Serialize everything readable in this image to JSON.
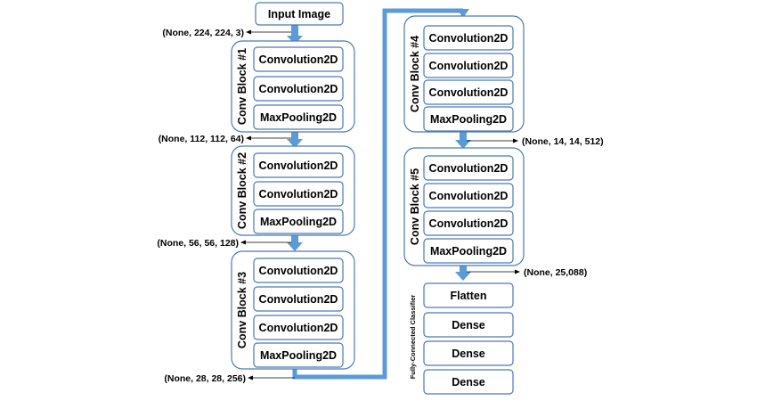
{
  "input_label": "Input Image",
  "blocks": [
    {
      "name": "Conv Block #1",
      "layers": [
        "Convolution2D",
        "Convolution2D",
        "MaxPooling2D"
      ]
    },
    {
      "name": "Conv Block #2",
      "layers": [
        "Convolution2D",
        "Convolution2D",
        "MaxPooling2D"
      ]
    },
    {
      "name": "Conv Block #3",
      "layers": [
        "Convolution2D",
        "Convolution2D",
        "Convolution2D",
        "MaxPooling2D"
      ]
    },
    {
      "name": "Conv Block #4",
      "layers": [
        "Convolution2D",
        "Convolution2D",
        "Convolution2D",
        "MaxPooling2D"
      ]
    },
    {
      "name": "Conv Block #5",
      "layers": [
        "Convolution2D",
        "Convolution2D",
        "Convolution2D",
        "MaxPooling2D"
      ]
    }
  ],
  "classifier": {
    "name": "Fully-Connected Classifier",
    "layers": [
      "Flatten",
      "Dense",
      "Dense",
      "Dense"
    ]
  },
  "shapes": [
    "(None, 224, 224, 3)",
    "(None, 112, 112, 64)",
    "(None, 56, 56, 128)",
    "(None, 28, 28, 256)",
    "(None, 14, 14, 512)",
    "(None, 25,088)"
  ],
  "colors": {
    "flow": "#5b9bd5",
    "border": "#4a7ab5"
  }
}
